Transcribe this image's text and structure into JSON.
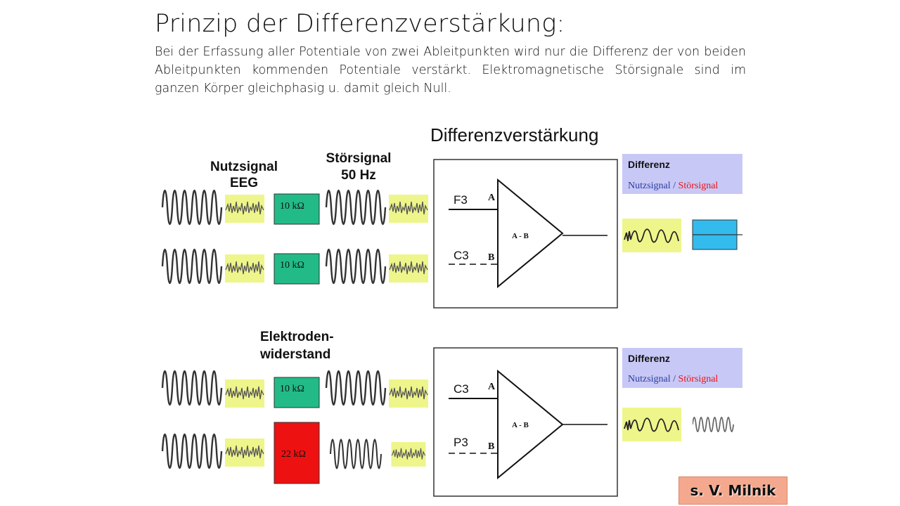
{
  "slide": {
    "title": "Prinzip der Differenzverstärkung:",
    "body": "Bei der Erfassung aller Potentiale von zwei Ableitpunkten wird nur die Differenz der von beiden Ableitpunkten kommenden Potentiale verstärkt. Elektromagnetische Störsignale sind im ganzen Körper gleichphasig u. damit gleich Null."
  },
  "diagram": {
    "heading": "Differenzverstärkung",
    "labels": {
      "nutzsignal_1": "Nutzsignal",
      "nutzsignal_2": "EEG",
      "stoersignal_1": "Störsignal",
      "stoersignal_2": "50 Hz",
      "elektroden_1": "Elektroden-",
      "elektroden_2": "widerstand"
    },
    "resistors": [
      "10 kΩ",
      "10 kΩ",
      "10 kΩ",
      "22 kΩ"
    ],
    "top_amp": {
      "input_a": "F3",
      "input_b": "C3",
      "pin_a": "A",
      "pin_b": "B",
      "op": "A - B"
    },
    "bottom_amp": {
      "input_a": "C3",
      "input_b": "P3",
      "pin_a": "A",
      "pin_b": "B",
      "op": "A - B"
    },
    "legend": {
      "title": "Differenz",
      "part1": "Nutzsignal",
      "sep": " / ",
      "part2": "Störsignal"
    }
  },
  "credit": "s. V. Milnik",
  "colors": {
    "eeg_box": "#eef58a",
    "resistor_ok": "#22bb88",
    "resistor_high": "#ee1111",
    "legend_bg": "#c8c8f6",
    "legend_blue": "#2a3d9e",
    "legend_red": "#ee1111",
    "output_blue": "#33bbee",
    "credit_bg": "#f4a98e"
  }
}
